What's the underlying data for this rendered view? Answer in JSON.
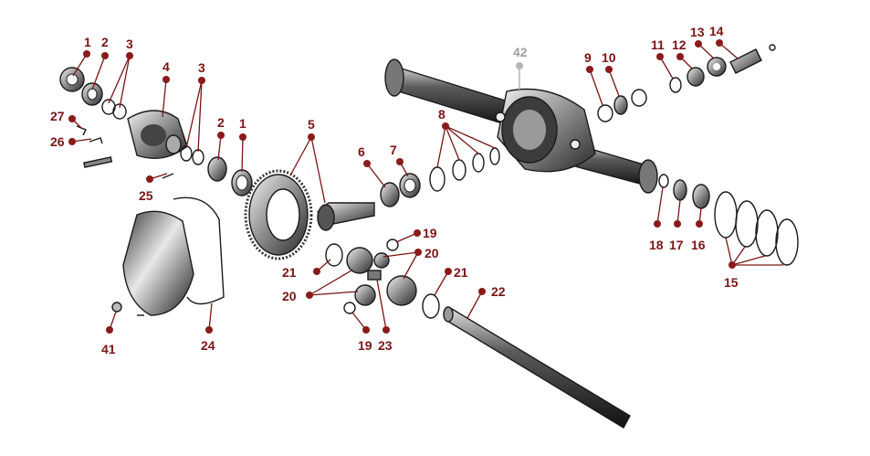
{
  "diagram": {
    "labels": [
      {
        "id": "c1a",
        "text": "1"
      },
      {
        "id": "c2a",
        "text": "2"
      },
      {
        "id": "c3a",
        "text": "3"
      },
      {
        "id": "c4",
        "text": "4"
      },
      {
        "id": "c3b",
        "text": "3"
      },
      {
        "id": "c27",
        "text": "27"
      },
      {
        "id": "c26",
        "text": "26"
      },
      {
        "id": "c2b",
        "text": "2"
      },
      {
        "id": "c1b",
        "text": "1"
      },
      {
        "id": "c5",
        "text": "5"
      },
      {
        "id": "c25",
        "text": "25"
      },
      {
        "id": "c6",
        "text": "6"
      },
      {
        "id": "c7",
        "text": "7"
      },
      {
        "id": "c8",
        "text": "8"
      },
      {
        "id": "c42",
        "text": "42"
      },
      {
        "id": "c9",
        "text": "9"
      },
      {
        "id": "c10",
        "text": "10"
      },
      {
        "id": "c11",
        "text": "11"
      },
      {
        "id": "c12",
        "text": "12"
      },
      {
        "id": "c13",
        "text": "13"
      },
      {
        "id": "c14",
        "text": "14"
      },
      {
        "id": "c19a",
        "text": "19"
      },
      {
        "id": "c20a",
        "text": "20"
      },
      {
        "id": "c21a",
        "text": "21"
      },
      {
        "id": "c20b",
        "text": "20"
      },
      {
        "id": "c21b",
        "text": "21"
      },
      {
        "id": "c22",
        "text": "22"
      },
      {
        "id": "c19b",
        "text": "19"
      },
      {
        "id": "c23",
        "text": "23"
      },
      {
        "id": "c41",
        "text": "41"
      },
      {
        "id": "c24",
        "text": "24"
      },
      {
        "id": "c18",
        "text": "18"
      },
      {
        "id": "c17",
        "text": "17"
      },
      {
        "id": "c16",
        "text": "16"
      },
      {
        "id": "c15",
        "text": "15"
      }
    ]
  }
}
